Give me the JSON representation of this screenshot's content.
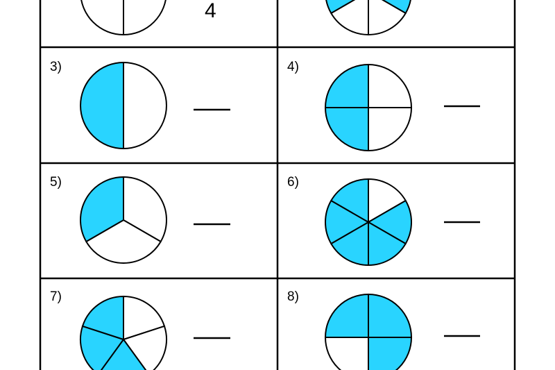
{
  "worksheet": {
    "colors": {
      "shade": "#29d4ff",
      "line": "#000000",
      "background": "#ffffff"
    },
    "example": {
      "denominator": "4"
    },
    "problems": [
      {
        "label": "",
        "slices": 2,
        "shaded": []
      },
      {
        "label": "",
        "slices": 6,
        "shaded": [
          1,
          4
        ]
      },
      {
        "label": "3)",
        "slices": 2,
        "shaded": [
          1
        ]
      },
      {
        "label": "4)",
        "slices": 4,
        "shaded": [
          2,
          3
        ]
      },
      {
        "label": "5)",
        "slices": 3,
        "shaded": [
          2
        ]
      },
      {
        "label": "6)",
        "slices": 6,
        "shaded": [
          1,
          2,
          3,
          4,
          5
        ]
      },
      {
        "label": "7)",
        "slices": 5,
        "shaded": [
          2,
          3,
          4
        ]
      },
      {
        "label": "8)",
        "slices": 4,
        "shaded": [
          0,
          1,
          3
        ]
      }
    ]
  }
}
